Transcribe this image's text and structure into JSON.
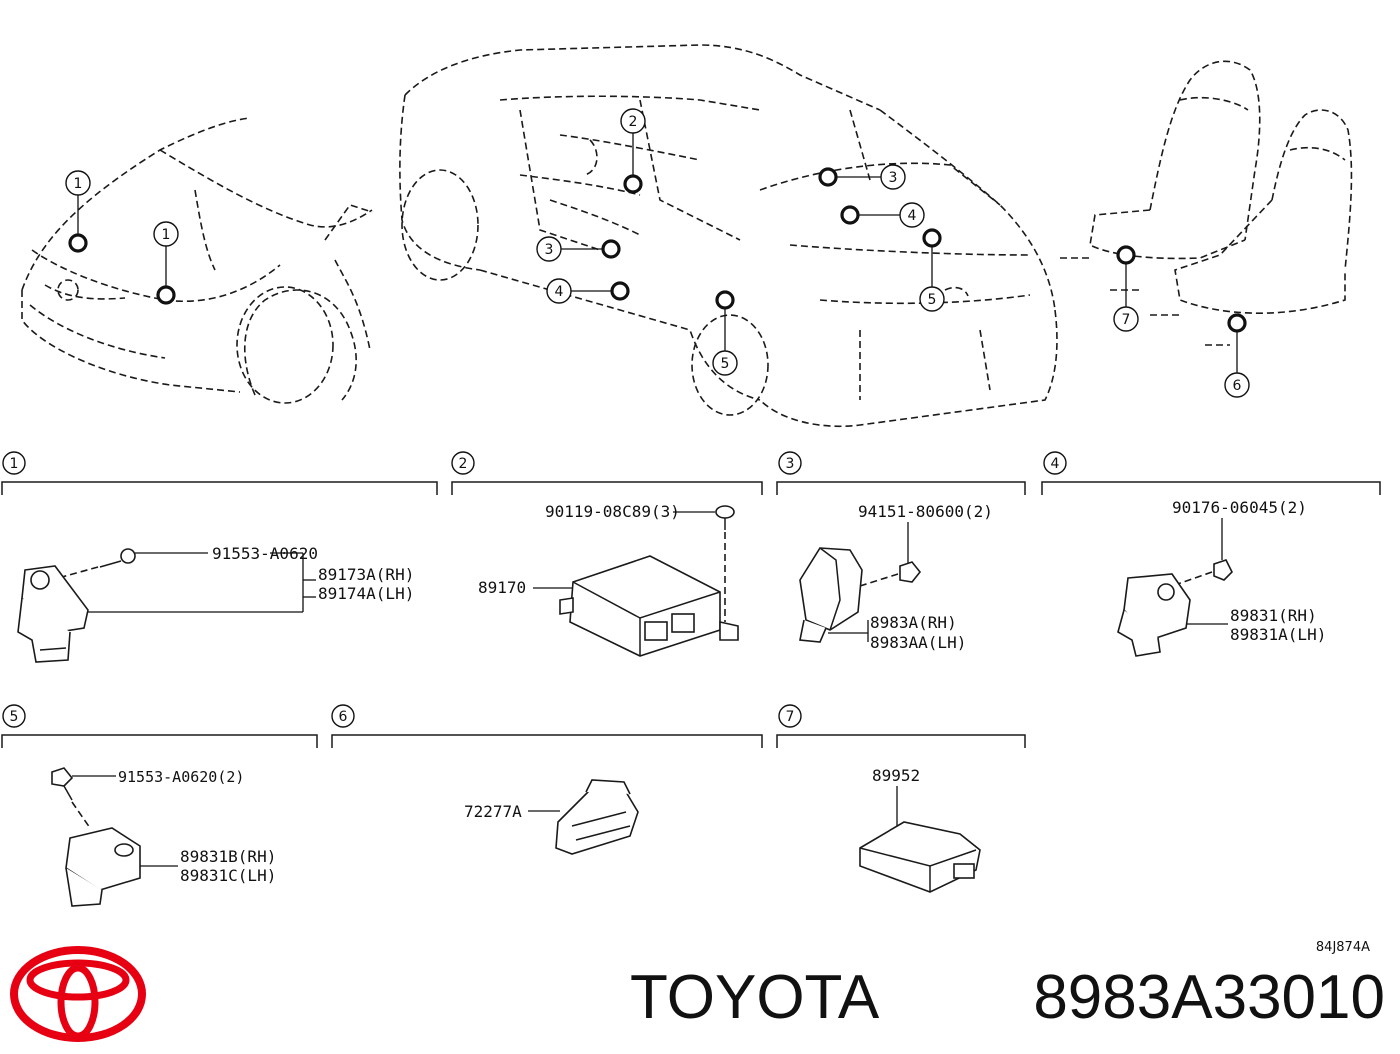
{
  "brand": {
    "name": "TOYOTA",
    "part_number": "8983A33010",
    "logo_color": "#e60012"
  },
  "diagram_ref": "84J874A",
  "callouts": {
    "c1a": "1",
    "c1b": "1",
    "c2": "2",
    "c3a": "3",
    "c3b": "3",
    "c4a": "4",
    "c4b": "4",
    "c5a": "5",
    "c5b": "5",
    "c6": "6",
    "c7": "7"
  },
  "sections": [
    {
      "num": "1",
      "bolt": "91553-A0620",
      "parts": [
        "89173A(RH)",
        "89174A(LH)"
      ]
    },
    {
      "num": "2",
      "bolt": "90119-08C89(3)",
      "parts": [
        "89170"
      ]
    },
    {
      "num": "3",
      "bolt": "94151-80600(2)",
      "parts": [
        "8983A(RH)",
        "8983AA(LH)"
      ]
    },
    {
      "num": "4",
      "bolt": "90176-06045(2)",
      "parts": [
        "89831(RH)",
        "89831A(LH)"
      ]
    },
    {
      "num": "5",
      "bolt": "91553-A0620(2)",
      "parts": [
        "89831B(RH)",
        "89831C(LH)"
      ]
    },
    {
      "num": "6",
      "bolt": "",
      "parts": [
        "72277A"
      ]
    },
    {
      "num": "7",
      "bolt": "",
      "parts": [
        "89952"
      ]
    }
  ],
  "icons": {
    "logo": "toyota-logo-icon",
    "sensor": "crash-sensor-icon",
    "bolt": "bolt-icon",
    "ecu": "airbag-ecu-icon",
    "bracket": "bracket-icon",
    "module": "module-icon"
  }
}
